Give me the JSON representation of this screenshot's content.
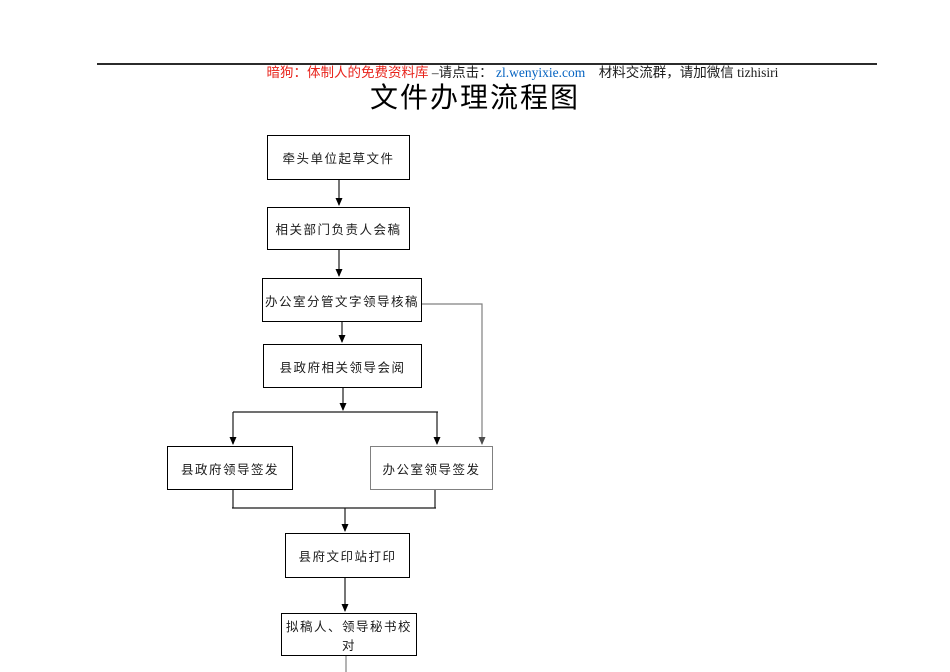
{
  "header": {
    "promo_red": "暗狗：体制人的免费资料库",
    "promo_middle": " –请点击： ",
    "link_text": "zl.wenyixie.com",
    "promo_tail": "    材料交流群，请加微信 tizhisiri",
    "colors": {
      "red": "#e8241c",
      "link_blue": "#0563c1"
    }
  },
  "title": "文件办理流程图",
  "flowchart": {
    "nodes": [
      {
        "id": "draft",
        "label": "牵头单位起草文件"
      },
      {
        "id": "countersign",
        "label": "相关部门负责人会稿"
      },
      {
        "id": "office-text-review",
        "label": "办公室分管文字领导核稿"
      },
      {
        "id": "county-leaders-read",
        "label": "县政府相关领导会阅"
      },
      {
        "id": "county-leader-sign",
        "label": "县政府领导签发"
      },
      {
        "id": "office-leader-sign",
        "label": "办公室领导签发"
      },
      {
        "id": "print-station",
        "label": "县府文印站打印"
      },
      {
        "id": "proofread",
        "label": "拟稿人、领导秘书校对"
      }
    ],
    "colors": {
      "box_border": "#000000",
      "alt_border": "#808080",
      "line": "#1a1a1a"
    }
  }
}
